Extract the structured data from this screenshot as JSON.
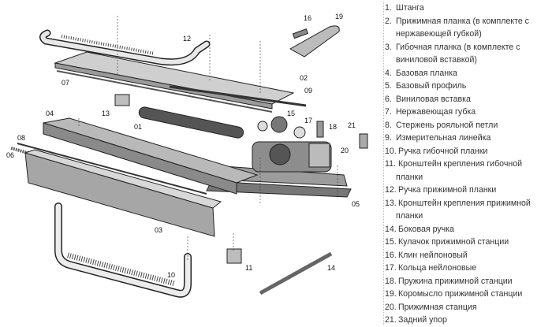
{
  "callouts": {
    "c01": "01",
    "c02": "02",
    "c03": "03",
    "c04": "04",
    "c05": "05",
    "c06": "06",
    "c07": "07",
    "c08": "08",
    "c09": "09",
    "c10": "10",
    "c11": "11",
    "c12": "12",
    "c13": "13",
    "c14": "14",
    "c15": "15",
    "c16": "16",
    "c17": "17",
    "c18": "18",
    "c19": "19",
    "c20": "20",
    "c21": "21"
  },
  "legend": {
    "items": [
      {
        "num": "1.",
        "label": "Штанга"
      },
      {
        "num": "2.",
        "label": "Прижимная планка (в комплекте с нержавеющей губкой)"
      },
      {
        "num": "3.",
        "label": "Гибочная планка (в комплекте с виниловой вставкой)"
      },
      {
        "num": "4.",
        "label": "Базовая планка"
      },
      {
        "num": "5.",
        "label": "Базовый профиль"
      },
      {
        "num": "6.",
        "label": "Виниловая вставка"
      },
      {
        "num": "7.",
        "label": "Нержавеющая губка"
      },
      {
        "num": "8.",
        "label": "Стержень рояльной петли"
      },
      {
        "num": "9.",
        "label": "Измерительная линейка"
      },
      {
        "num": "10.",
        "label": "Ручка гибочной планки"
      },
      {
        "num": "11.",
        "label": "Кронштейн крепления гибочной планки"
      },
      {
        "num": "12.",
        "label": "Ручка прижимной планки"
      },
      {
        "num": "13.",
        "label": "Кронштейн крепления прижимной планки"
      },
      {
        "num": "14.",
        "label": "Боковая ручка"
      },
      {
        "num": "15.",
        "label": "Кулачок прижимной станции"
      },
      {
        "num": "16.",
        "label": "Клин нейлоновый"
      },
      {
        "num": "17.",
        "label": "Кольца нейлоновые"
      },
      {
        "num": "18.",
        "label": "Пружина прижимной станции"
      },
      {
        "num": "19.",
        "label": "Коромысло прижимной станции"
      },
      {
        "num": "20.",
        "label": "Прижимная станция"
      },
      {
        "num": "21.",
        "label": "Задний упор"
      }
    ]
  }
}
